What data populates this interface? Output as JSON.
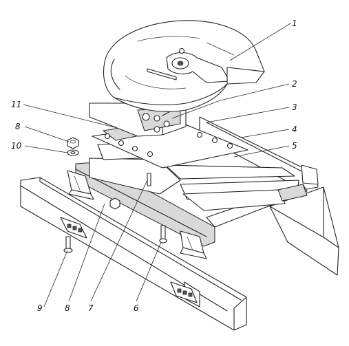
{
  "callouts": [
    {
      "id": "c1",
      "label": "1"
    },
    {
      "id": "c2",
      "label": "2"
    },
    {
      "id": "c3",
      "label": "3"
    },
    {
      "id": "c4",
      "label": "4"
    },
    {
      "id": "c5",
      "label": "5"
    },
    {
      "id": "c6",
      "label": "6"
    },
    {
      "id": "c7",
      "label": "7"
    },
    {
      "id": "c8a",
      "label": "8"
    },
    {
      "id": "c8b",
      "label": "8"
    },
    {
      "id": "c9",
      "label": "9"
    },
    {
      "id": "c10",
      "label": "10"
    },
    {
      "id": "c11",
      "label": "11"
    }
  ]
}
